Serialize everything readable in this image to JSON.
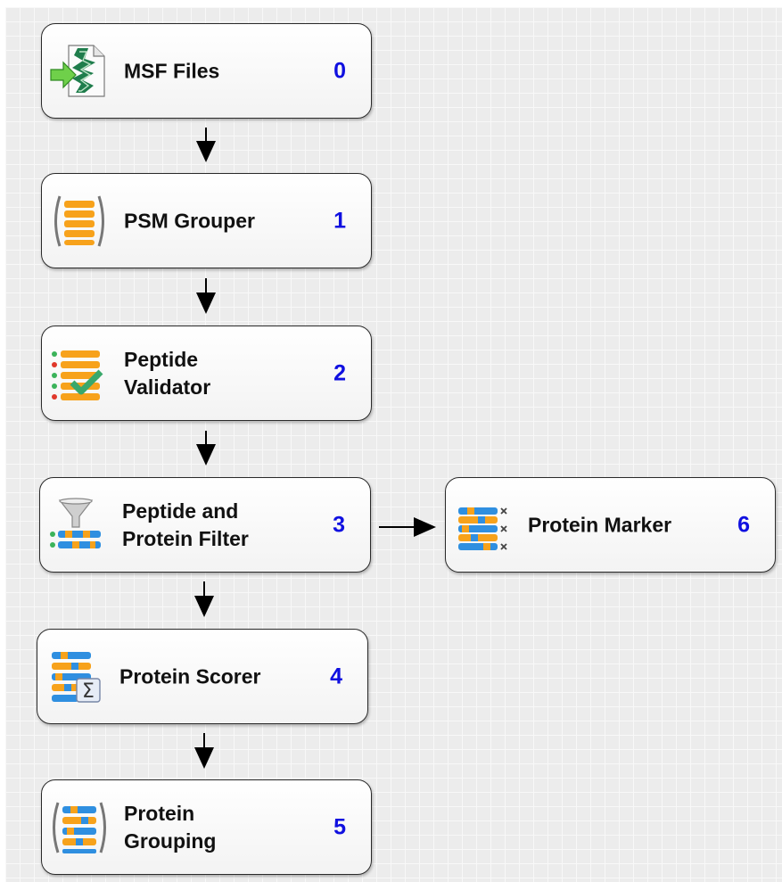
{
  "workflow": {
    "nodes": [
      {
        "label_lines": [
          "MSF Files"
        ],
        "number": "0",
        "icon": "msf-files-import-icon"
      },
      {
        "label_lines": [
          "PSM Grouper"
        ],
        "number": "1",
        "icon": "psm-grouper-icon"
      },
      {
        "label_lines": [
          "Peptide",
          "Validator"
        ],
        "number": "2",
        "icon": "peptide-validator-icon"
      },
      {
        "label_lines": [
          "Peptide and",
          "Protein Filter"
        ],
        "number": "3",
        "icon": "peptide-protein-filter-icon"
      },
      {
        "label_lines": [
          "Protein Scorer"
        ],
        "number": "4",
        "icon": "protein-scorer-icon"
      },
      {
        "label_lines": [
          "Protein",
          "Grouping"
        ],
        "number": "5",
        "icon": "protein-grouping-icon"
      },
      {
        "label_lines": [
          "Protein Marker"
        ],
        "number": "6",
        "icon": "protein-marker-icon"
      }
    ],
    "connections": [
      {
        "from": "0",
        "to": "1"
      },
      {
        "from": "1",
        "to": "2"
      },
      {
        "from": "2",
        "to": "3"
      },
      {
        "from": "3",
        "to": "4"
      },
      {
        "from": "4",
        "to": "5"
      },
      {
        "from": "3",
        "to": "6"
      }
    ]
  },
  "colors": {
    "node_number": "#1010e0",
    "node_border": "#2a2a2a",
    "connector": "#000000",
    "orange_bar": "#f7a21b",
    "blue_bar": "#2f8fe0",
    "check_green": "#39a86b"
  }
}
